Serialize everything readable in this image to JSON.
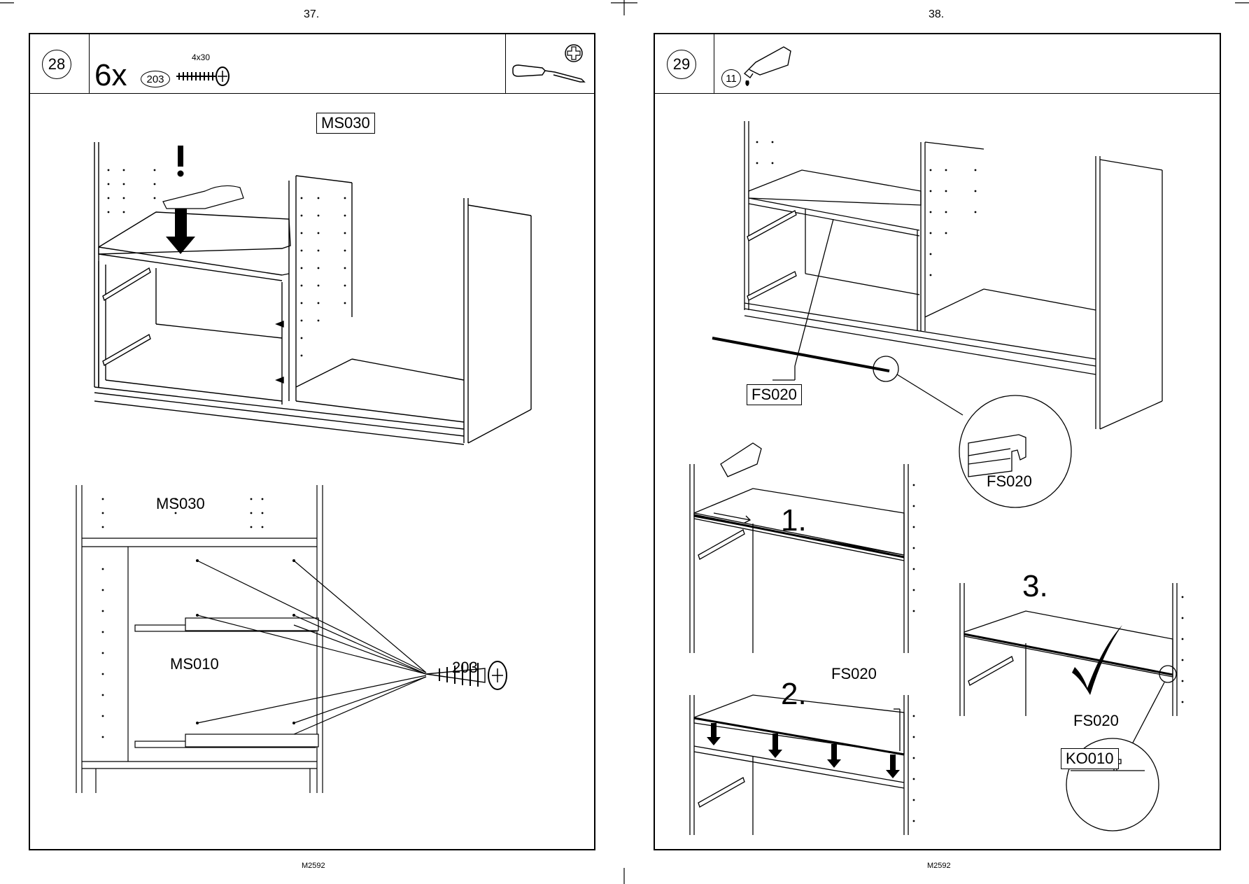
{
  "left_page": {
    "page_number": "37.",
    "step": "28",
    "quantity": "6x",
    "part_number": "203",
    "screw_size": "4x30",
    "labels": {
      "top_panel": "MS030",
      "detail_panel": "MS030",
      "side_panel": "MS010",
      "screw": "203"
    },
    "tool_icons": [
      "screwdriver-icon",
      "phillips-head-icon"
    ],
    "footer_code": "M2592"
  },
  "right_page": {
    "page_number": "38.",
    "step": "29",
    "part_number": "11",
    "labels": {
      "strip_main": "FS020",
      "strip_detail": "FS020",
      "step1": "1.",
      "step2": "2.",
      "step2_strip": "FS020",
      "step3": "3.",
      "detail_strip": "FS020",
      "detail_panel": "KO010"
    },
    "tool_icons": [
      "glue-tube-icon"
    ],
    "footer_code": "M2592"
  }
}
